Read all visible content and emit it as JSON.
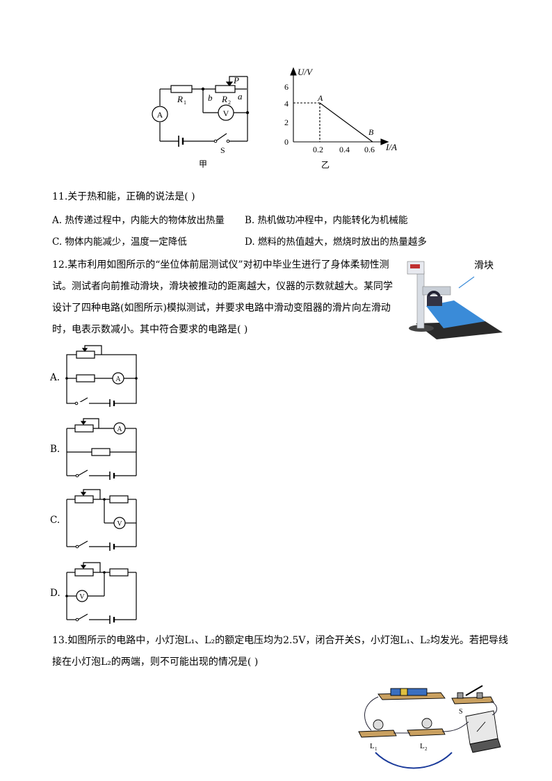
{
  "fig10": {
    "circuit": {
      "ammeter": "A",
      "voltmeter": "V",
      "r1": "R",
      "r1_sub": "1",
      "r2": "R",
      "r2_sub": "2",
      "b": "b",
      "a": "a",
      "p": "P",
      "switch": "S",
      "caption": "甲"
    },
    "graph": {
      "ylabel": "U/V",
      "xlabel": "I/A",
      "yticks": [
        "6",
        "4",
        "2",
        "0"
      ],
      "xticks": [
        "0.2",
        "0.4",
        "0.6"
      ],
      "point_a": "A",
      "point_b": "B",
      "caption": "乙"
    }
  },
  "q11": {
    "stem": "11.关于热和能，正确的说法是(    )",
    "options": [
      "A. 热传递过程中，内能大的物体放出热量",
      "B. 热机做功冲程中，内能转化为机械能",
      "C. 物体内能减少，温度一定降低",
      "D. 燃料的热值越大，燃烧时放出的热量越多"
    ]
  },
  "q12": {
    "lines": [
      "12.某市利用如图所示的“坐位体前屈测试仪”对初中毕业生进行了身体柔韧性测",
      "试。测试者向前推动滑块，滑块被推动的距离越大，仪器的示数就越大。某同学",
      "设计了四种电路(如图所示)模拟测试，并要求电路中滑动变阻器的滑片向左滑动",
      "时，电表示数减小。其中符合要求的电路是(    )"
    ],
    "photo_label": "滑块",
    "circuits": [
      {
        "label": "A.",
        "meter": "A"
      },
      {
        "label": "B.",
        "meter": "A"
      },
      {
        "label": "C.",
        "meter": "V"
      },
      {
        "label": "D.",
        "meter": "V"
      }
    ]
  },
  "q13": {
    "lines": [
      "13.如图所示的电路中，小灯泡L₁、L₂的额定电压均为2.5V，闭合开关S，小灯泡L₁、L₂均发光。若把导线",
      "接在小灯泡L₂的两端，则不可能出现的情况是(    )"
    ],
    "photo": {
      "s": "S",
      "l1": "L",
      "l1_sub": "1",
      "l2": "L",
      "l2_sub": "2"
    }
  }
}
